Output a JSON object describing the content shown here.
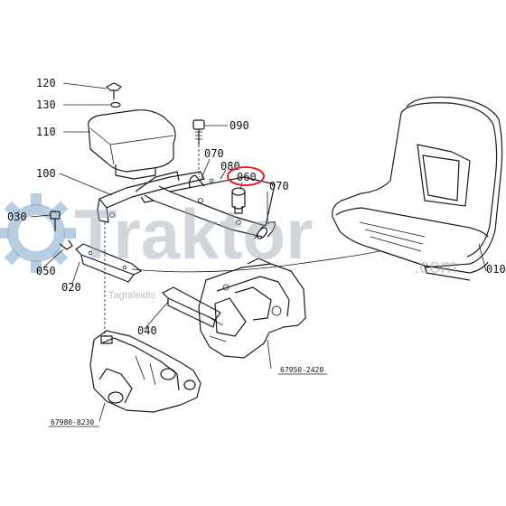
{
  "watermark": {
    "brand": "Traktor",
    "suffix": ".com",
    "subtext": "Tagtaleidis",
    "gear_color": "#7fa6c9"
  },
  "highlight_color": "#d9262b",
  "labels": {
    "l120": "120",
    "l130": "130",
    "l110": "110",
    "l090": "090",
    "l100": "100",
    "l070a": "070",
    "l080": "080",
    "l060": "060",
    "l070b": "070",
    "l030": "030",
    "l050": "050",
    "l020": "020",
    "l040": "040",
    "l010": "010",
    "ref1": "67950-2420",
    "ref2": "67980-8230"
  }
}
